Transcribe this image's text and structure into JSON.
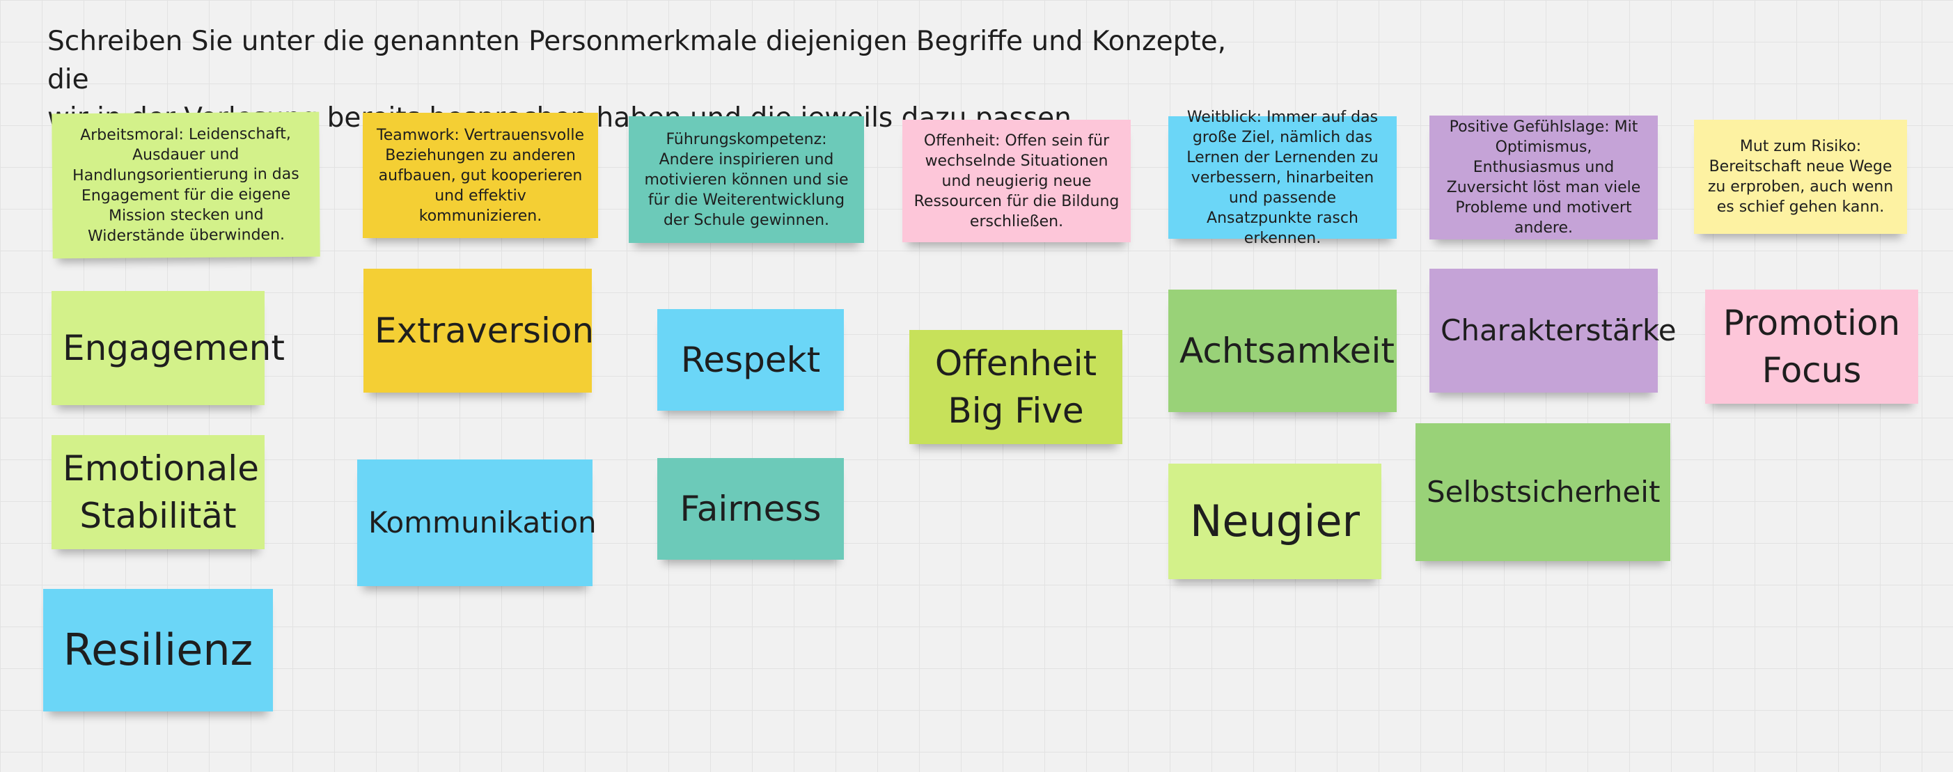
{
  "instruction": {
    "line1": "Schreiben Sie unter die genannten Personmerkmale diejenigen Begriffe und Konzepte, die",
    "line2": "wir in der Vorlesung bereits besprochen haben und die jeweils dazu passen."
  },
  "colors": {
    "lime": "#d3f18a",
    "yellow": "#f4cf34",
    "teal": "#6ccab9",
    "pink": "#fdc6d9",
    "blue": "#6bd6f7",
    "purple": "#c5a3d7",
    "pale_yellow": "#fdf2a2",
    "green": "#99d278",
    "olive": "#c7e15a"
  },
  "columns": [
    {
      "description": "Arbeitsmoral: Leidenschaft, Ausdauer und Handlungsorientierung in das Engagement für die eigene Mission stecken und Widerstände überwinden.",
      "notes": [
        "Engagement",
        "Emotionale Stabilität",
        "Resilienz"
      ]
    },
    {
      "description": "Teamwork: Vertrauensvolle Beziehungen zu anderen aufbauen, gut kooperieren und effektiv kommunizieren.",
      "notes": [
        "Extraversion",
        "Kommunikation"
      ]
    },
    {
      "description": "Führungskompetenz: Andere inspirieren und motivieren können und sie für die Weiterentwicklung der Schule gewinnen.",
      "notes": [
        "Respekt",
        "Fairness"
      ]
    },
    {
      "description": "Offenheit: Offen sein für wechselnde Situationen und neugierig neue Ressourcen für die Bildung erschließen.",
      "notes": [
        "Offenheit Big Five"
      ]
    },
    {
      "description": "Weitblick: Immer auf das große Ziel, nämlich das Lernen der Lernenden zu verbessern, hinarbeiten und passende Ansatzpunkte rasch erkennen.",
      "notes": [
        "Achtsamkeit",
        "Neugier"
      ]
    },
    {
      "description": "Positive Gefühlslage: Mit Optimismus, Enthusiasmus und Zuversicht löst man viele Probleme und motivert andere.",
      "notes": [
        "Charakterstärke",
        "Selbstsicherheit"
      ]
    },
    {
      "description": "Mut zum Risiko: Bereitschaft neue Wege zu erproben, auch wenn es schief gehen kann.",
      "notes": [
        "Promotion Focus"
      ]
    }
  ]
}
